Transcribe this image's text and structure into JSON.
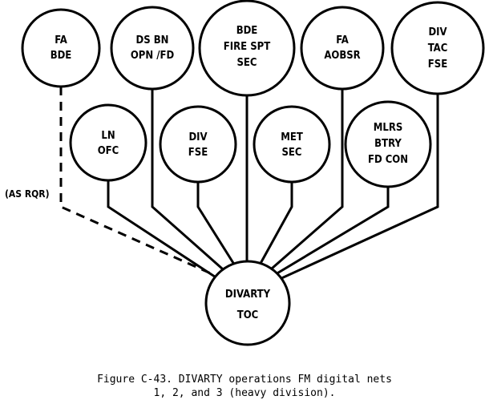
{
  "nodes": {
    "fa_bde": {
      "lines": [
        "FA",
        "BDE"
      ]
    },
    "ds_bn": {
      "lines": [
        "DS BN",
        "OPN /FD"
      ]
    },
    "bde_fire": {
      "lines": [
        "BDE",
        "FIRE SPT",
        "SEC"
      ]
    },
    "fa_aobsr": {
      "lines": [
        "FA",
        "AOBSR"
      ]
    },
    "div_tac": {
      "lines": [
        "DIV",
        "TAC",
        "FSE"
      ]
    },
    "ln_ofc": {
      "lines": [
        "LN",
        "OFC"
      ]
    },
    "div_fse": {
      "lines": [
        "DIV",
        "FSE"
      ]
    },
    "met_sec": {
      "lines": [
        "MET",
        "SEC"
      ]
    },
    "mlrs": {
      "lines": [
        "MLRS",
        "BTRY",
        "FD CON"
      ]
    },
    "divarty_toc": {
      "lines": [
        "DIVARTY",
        "TOC"
      ]
    }
  },
  "annotation": "(AS RQR)",
  "caption": {
    "line1": "Figure C-43. DIVARTY operations FM digital nets",
    "line2": "1, 2, and 3 (heavy division)."
  }
}
